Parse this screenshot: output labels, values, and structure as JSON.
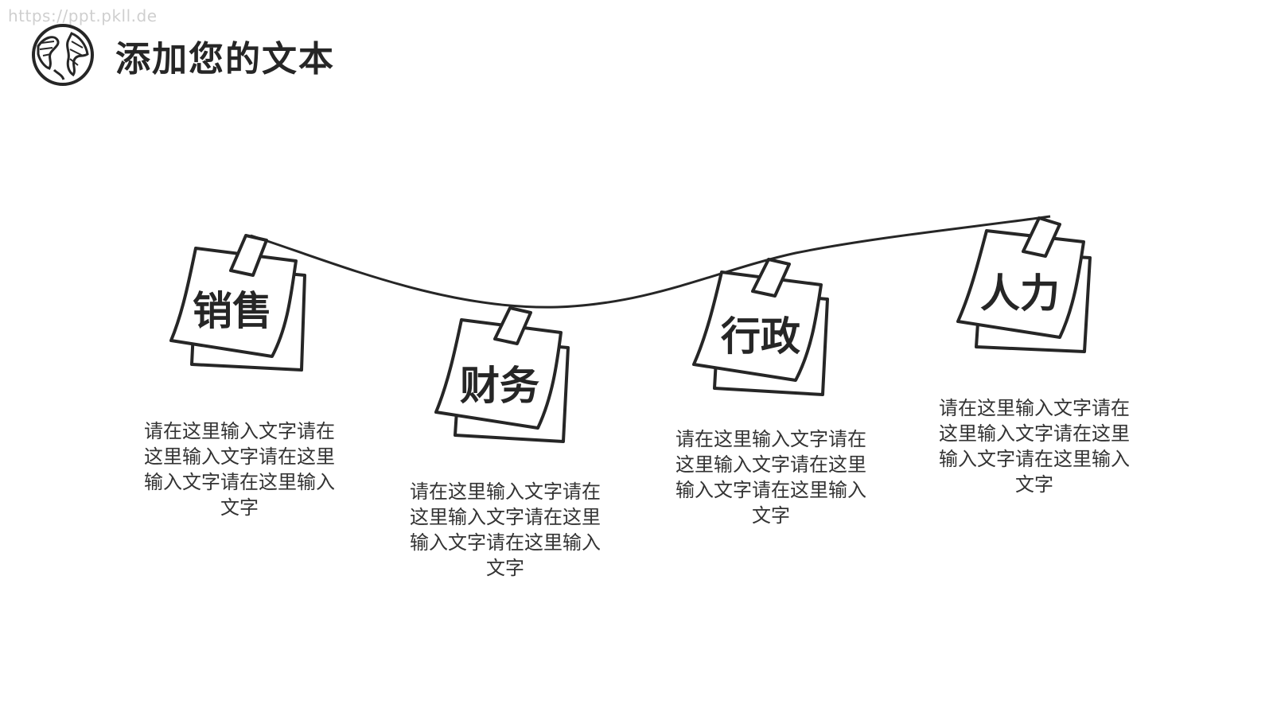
{
  "watermark": "https://ppt.pkll.de",
  "header": {
    "title": "添加您的文本",
    "icon": "globe-icon"
  },
  "items": [
    {
      "label": "销售",
      "description": "请在这里输入文字请在这里输入文字请在这里输入文字请在这里输入文字"
    },
    {
      "label": "财务",
      "description": "请在这里输入文字请在这里输入文字请在这里输入文字请在这里输入文字"
    },
    {
      "label": "行政",
      "description": "请在这里输入文字请在这里输入文字请在这里输入文字请在这里输入文字"
    },
    {
      "label": "人力",
      "description": "请在这里输入文字请在这里输入文字请在这里输入文字请在这里输入文字"
    }
  ],
  "colors": {
    "ink": "#262626",
    "paper": "#ffffff"
  }
}
